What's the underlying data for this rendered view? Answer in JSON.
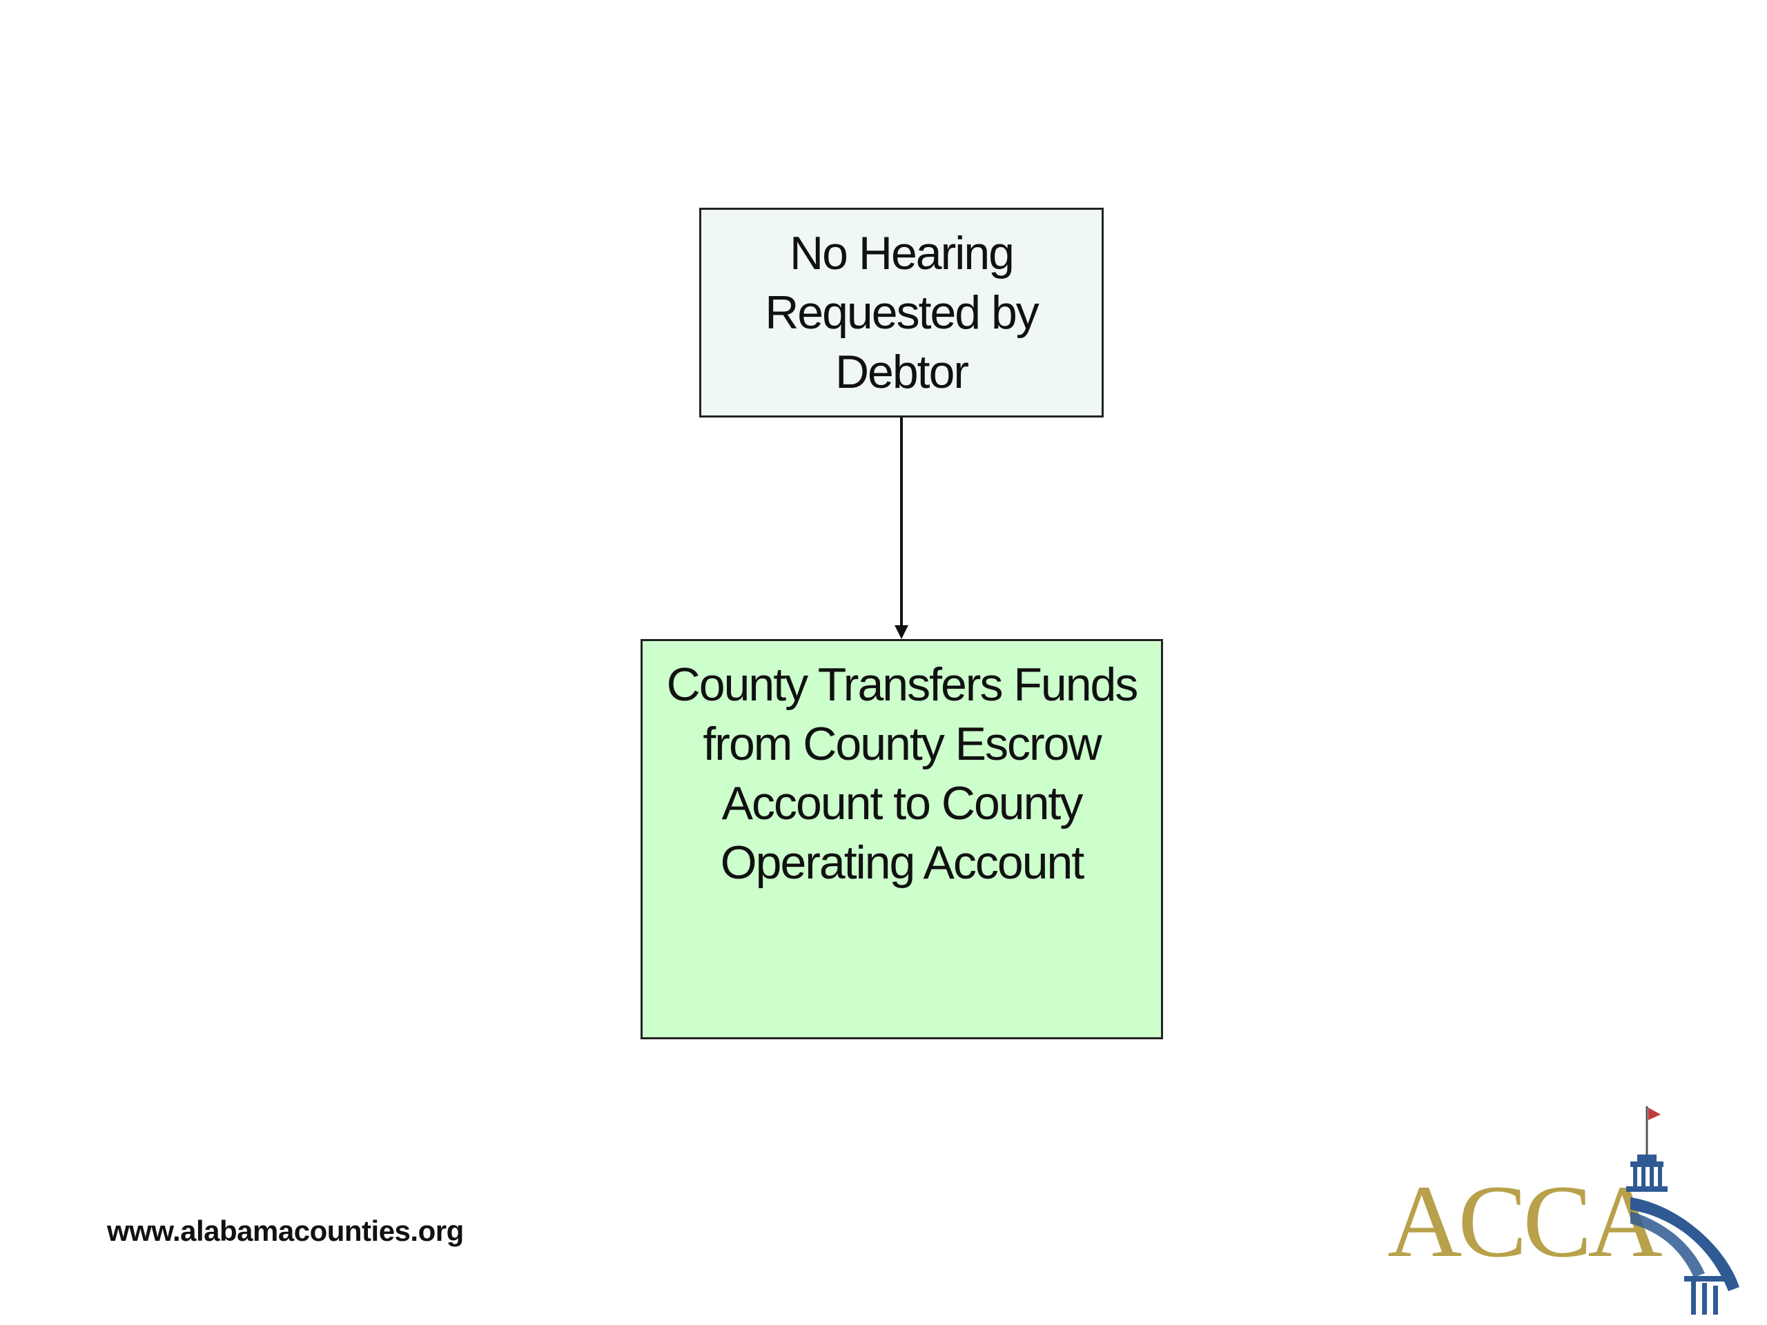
{
  "diagram": {
    "nodes": [
      {
        "id": "no-hearing",
        "lines": [
          "No Hearing",
          "Requested by",
          "Debtor"
        ],
        "fill": "#f0f8f6"
      },
      {
        "id": "county-transfers",
        "lines": [
          "County Transfers Funds",
          "from County Escrow",
          "Account to County",
          "Operating Account"
        ],
        "fill": "#ccffcc"
      }
    ],
    "edges": [
      {
        "from": "no-hearing",
        "to": "county-transfers"
      }
    ]
  },
  "footer": {
    "url": "www.alabamacounties.org"
  },
  "logo": {
    "text": "ACCA",
    "text_color": "#b8a14a",
    "dome_color": "#2f5a93",
    "flag_color": "#c23b3b"
  }
}
